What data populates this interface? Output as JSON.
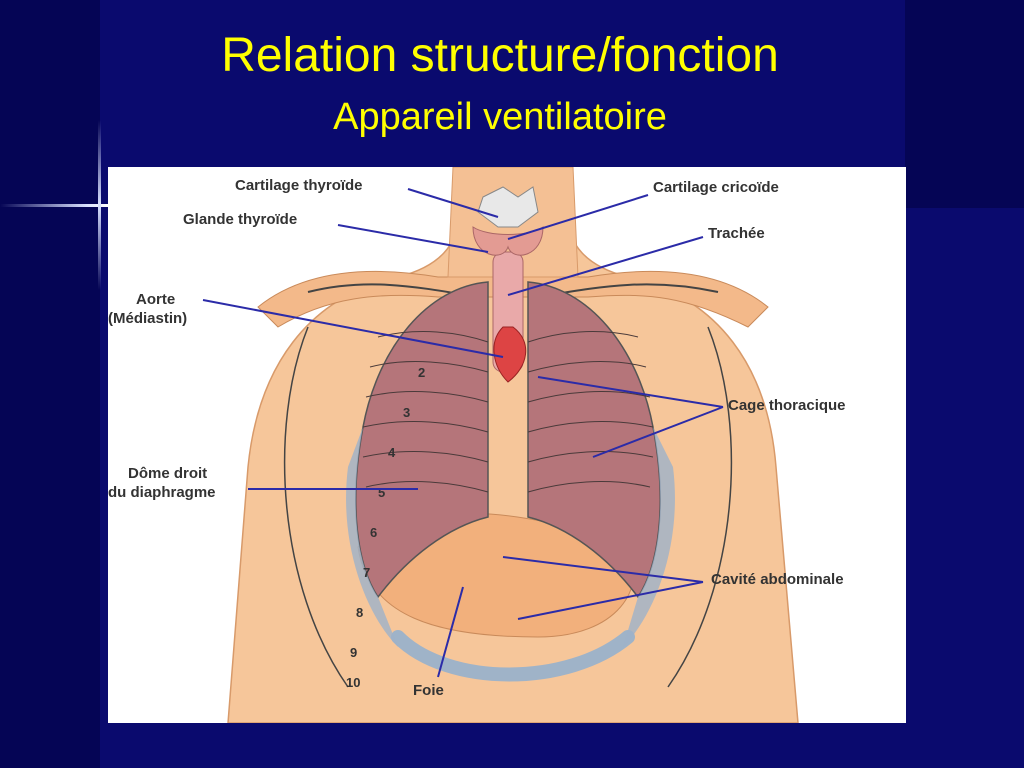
{
  "slide": {
    "title": "Relation structure/fonction",
    "subtitle": "Appareil ventilatoire"
  },
  "figure": {
    "labels": {
      "cartilage_thyroide": "Cartilage thyroïde",
      "glande_thyroide": "Glande thyroïde",
      "aorte": "Aorte",
      "mediastin": "(Médiastin)",
      "cartilage_cricoide": "Cartilage cricoïde",
      "trachee": "Trachée",
      "cage_thoracique": "Cage thoracique",
      "dome_droit": "Dôme droit",
      "du_diaphragme": "du diaphragme",
      "cavite_abdominale": "Cavité abdominale",
      "foie": "Foie"
    },
    "rib_numbers": [
      "2",
      "3",
      "4",
      "5",
      "6",
      "7",
      "8",
      "9",
      "10"
    ]
  },
  "colors": {
    "background": "#0a0a6e",
    "title": "#ffff00",
    "leader_lines": "#2b2ba8",
    "skin": "#f6c69a",
    "lung": "#b5757a"
  }
}
